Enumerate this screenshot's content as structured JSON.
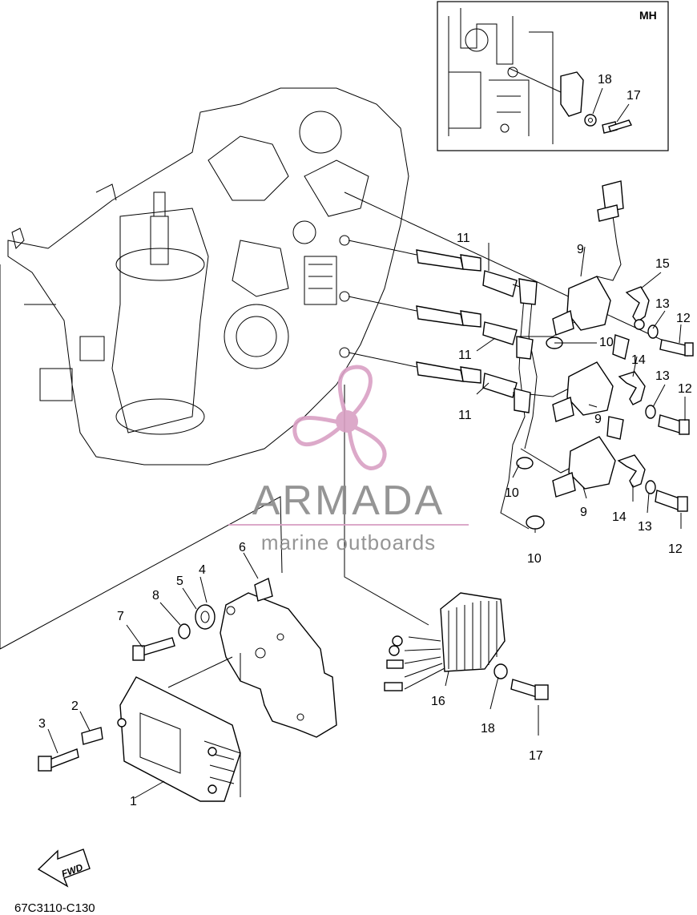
{
  "inset": {
    "label": "MH",
    "callouts": [
      "18",
      "17"
    ]
  },
  "callouts": {
    "c1": "1",
    "c2": "2",
    "c3": "3",
    "c4": "4",
    "c5": "5",
    "c6": "6",
    "c7": "7",
    "c8": "8",
    "c9a": "9",
    "c9b": "9",
    "c9c": "9",
    "c10a": "10",
    "c10b": "10",
    "c10c": "10",
    "c11a": "11",
    "c11b": "11",
    "c11c": "11",
    "c12a": "12",
    "c12b": "12",
    "c12c": "12",
    "c13a": "13",
    "c13b": "13",
    "c13c": "13",
    "c14a": "14",
    "c14b": "14",
    "c15": "15",
    "c16": "16",
    "c17": "17",
    "c18": "18"
  },
  "watermark": {
    "brand": "ARMADA",
    "tagline": "marine outboards",
    "color": "#d9a0c4"
  },
  "fwd_label": "FWD",
  "diagram_code": "67C3110-C130"
}
